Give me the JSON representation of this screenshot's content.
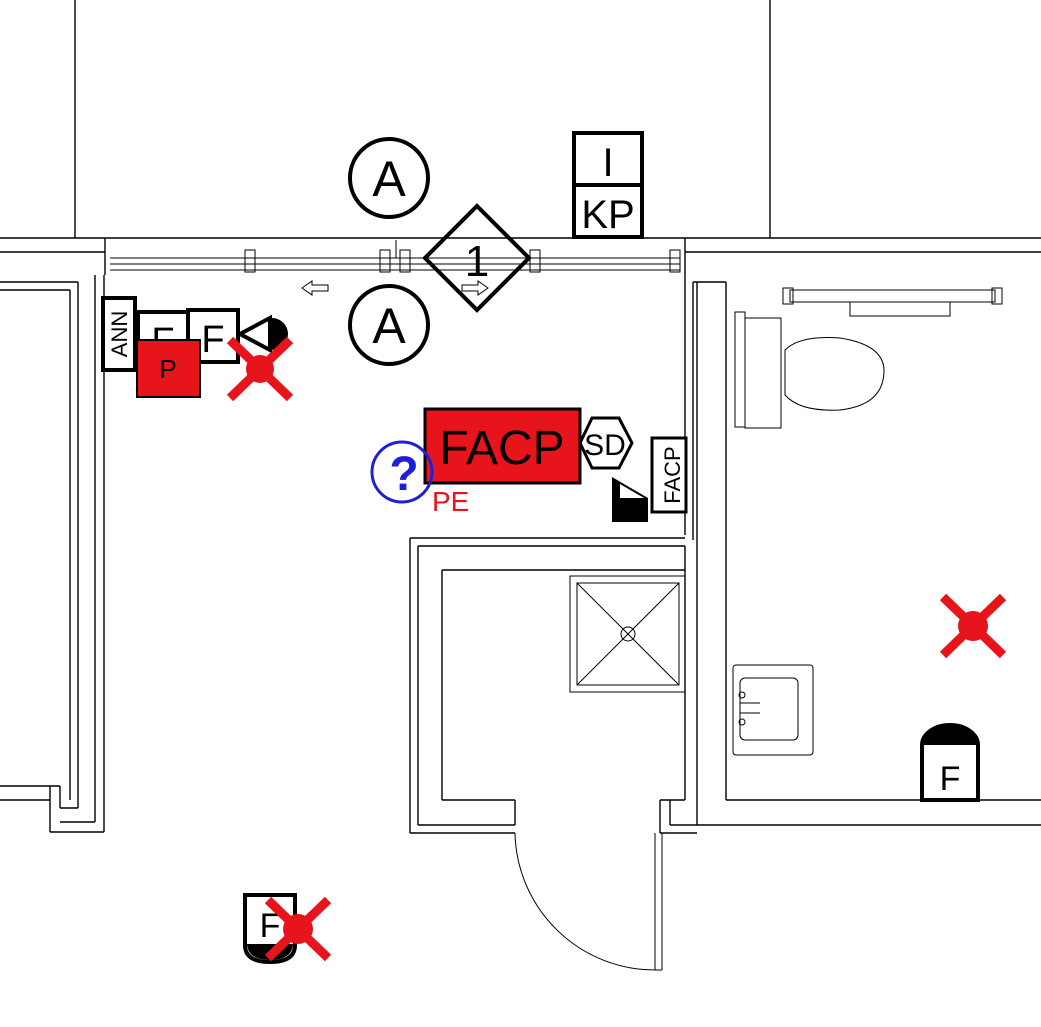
{
  "colors": {
    "line": "#000000",
    "alarm_red": "#e8141b",
    "pe_blue": "#1f1fd6",
    "pe_label": "#e8141b",
    "background": "#ffffff"
  },
  "symbols": {
    "door_tag_top": "A",
    "door_tag_bottom": "A",
    "keynote_number": "1",
    "intercom_label": "I",
    "keypad_label": "KP",
    "annunciator_label": "ANN",
    "fire_phone_label_1": "F",
    "fire_phone_label_2": "F",
    "panel_p_label": "P",
    "facp_label": "FACP",
    "smoke_detector_label": "SD",
    "facp_remote_label": "FACP",
    "pe_label": "PE",
    "pe_glyph": "?",
    "pull_station_right_label": "F",
    "pull_station_bottom_label": "F"
  }
}
